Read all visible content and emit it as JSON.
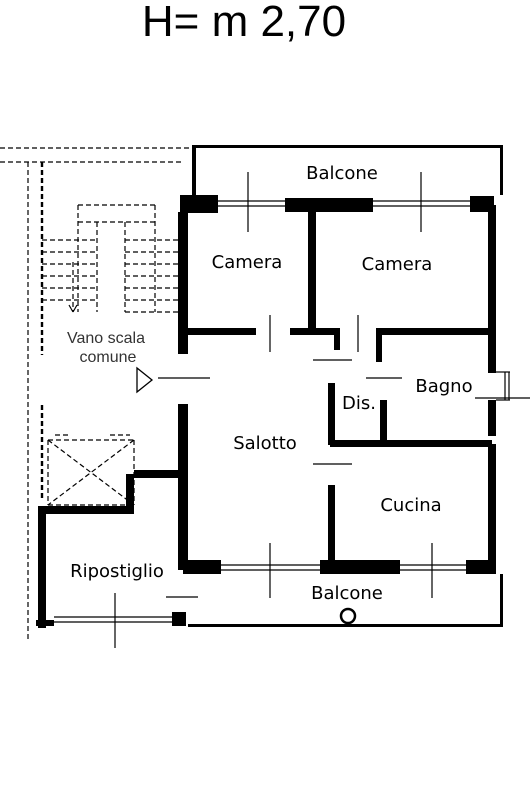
{
  "plan": {
    "height_label": "H= m 2,70",
    "rooms": {
      "balcone_top": "Balcone",
      "camera_left": "Camera",
      "camera_right": "Camera",
      "vano_scala_line1": "Vano scala",
      "vano_scala_line2": "comune",
      "bagno": "Bagno",
      "disimpegno": "Dis.",
      "salotto": "Salotto",
      "cucina": "Cucina",
      "ripostiglio": "Ripostiglio",
      "balcone_bottom": "Balcone"
    }
  }
}
